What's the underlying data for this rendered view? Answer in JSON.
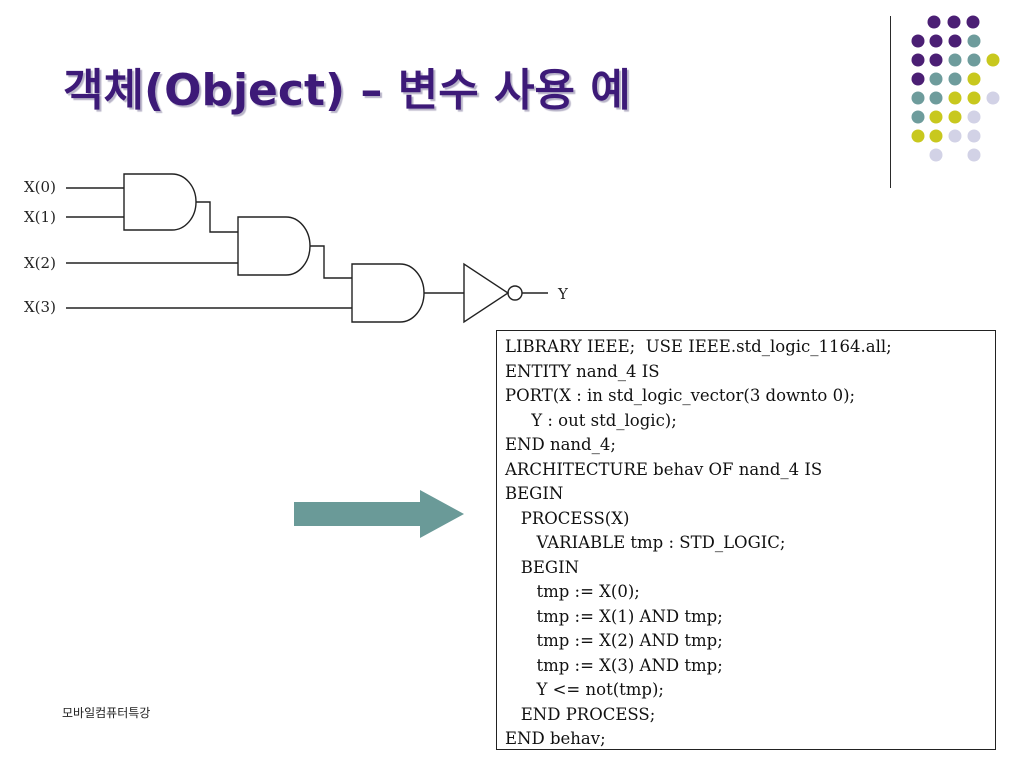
{
  "slide": {
    "title": "객체(Object) – 변수 사용 예",
    "footer": "모바일컴퓨터특강"
  },
  "diagram": {
    "inputs": [
      "X(0)",
      "X(1)",
      "X(2)",
      "X(3)"
    ],
    "output": "Y"
  },
  "code": {
    "lines": [
      "LIBRARY IEEE;  USE IEEE.std_logic_1164.all;",
      "ENTITY nand_4 IS",
      "PORT(X : in std_logic_vector(3 downto 0);",
      "     Y : out std_logic);",
      "END nand_4;",
      "ARCHITECTURE behav OF nand_4 IS",
      "BEGIN",
      "   PROCESS(X)",
      "      VARIABLE tmp : STD_LOGIC;",
      "   BEGIN",
      "      tmp := X(0);",
      "      tmp := X(1) AND tmp;",
      "      tmp := X(2) AND tmp;",
      "      tmp := X(3) AND tmp;",
      "      Y <= not(tmp);",
      "   END PROCESS;",
      "END behav;"
    ]
  },
  "colors": {
    "title": "#3d1a78",
    "dot_purple": "#4b1f74",
    "dot_teal": "#6e9c9c",
    "dot_yellow": "#c8c81e",
    "dot_lavender": "#d2d2e6",
    "arrow": "#6a9a98"
  }
}
